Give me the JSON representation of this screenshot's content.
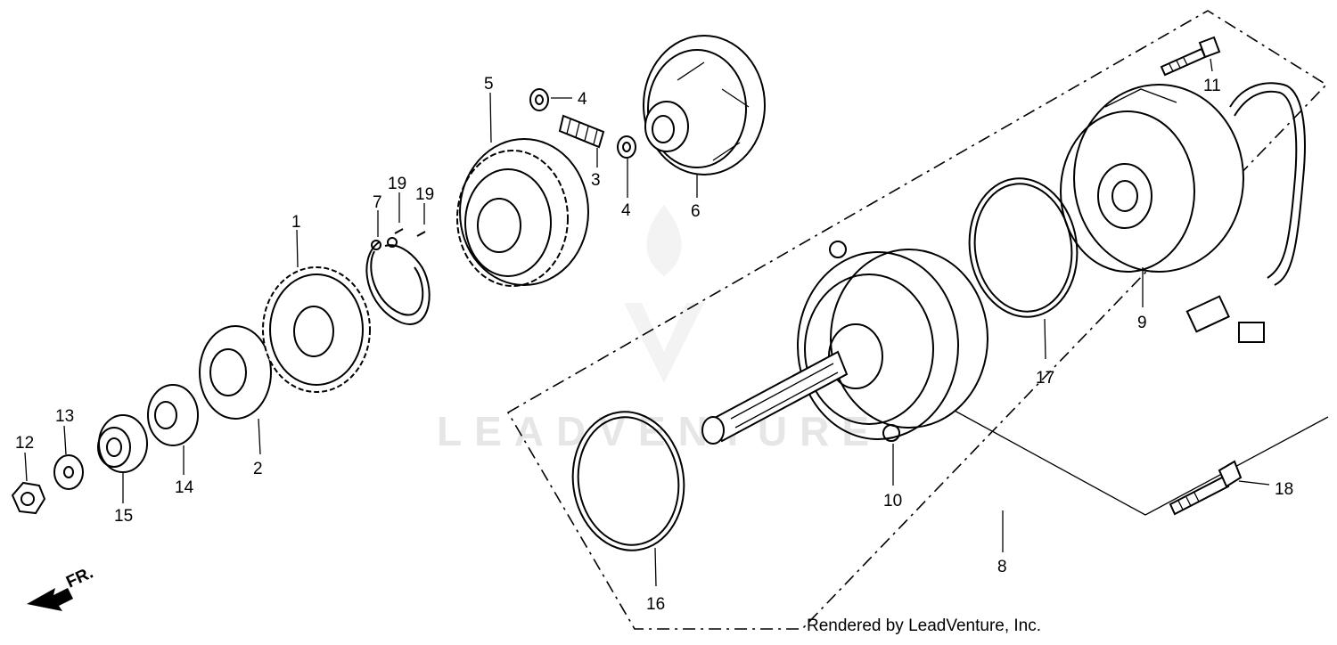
{
  "callouts": {
    "p1": "1",
    "p2": "2",
    "p3": "3",
    "p4a": "4",
    "p4b": "4",
    "p5": "5",
    "p6": "6",
    "p7": "7",
    "p8": "8",
    "p9": "9",
    "p10": "10",
    "p11": "11",
    "p12": "12",
    "p13": "13",
    "p14": "14",
    "p15": "15",
    "p16": "16",
    "p17": "17",
    "p18": "18",
    "p19a": "19",
    "p19b": "19"
  },
  "direction_arrow": {
    "label": "FR."
  },
  "watermark": {
    "text": "LEADVENTURE"
  },
  "credit": "Rendered by LeadVenture, Inc."
}
